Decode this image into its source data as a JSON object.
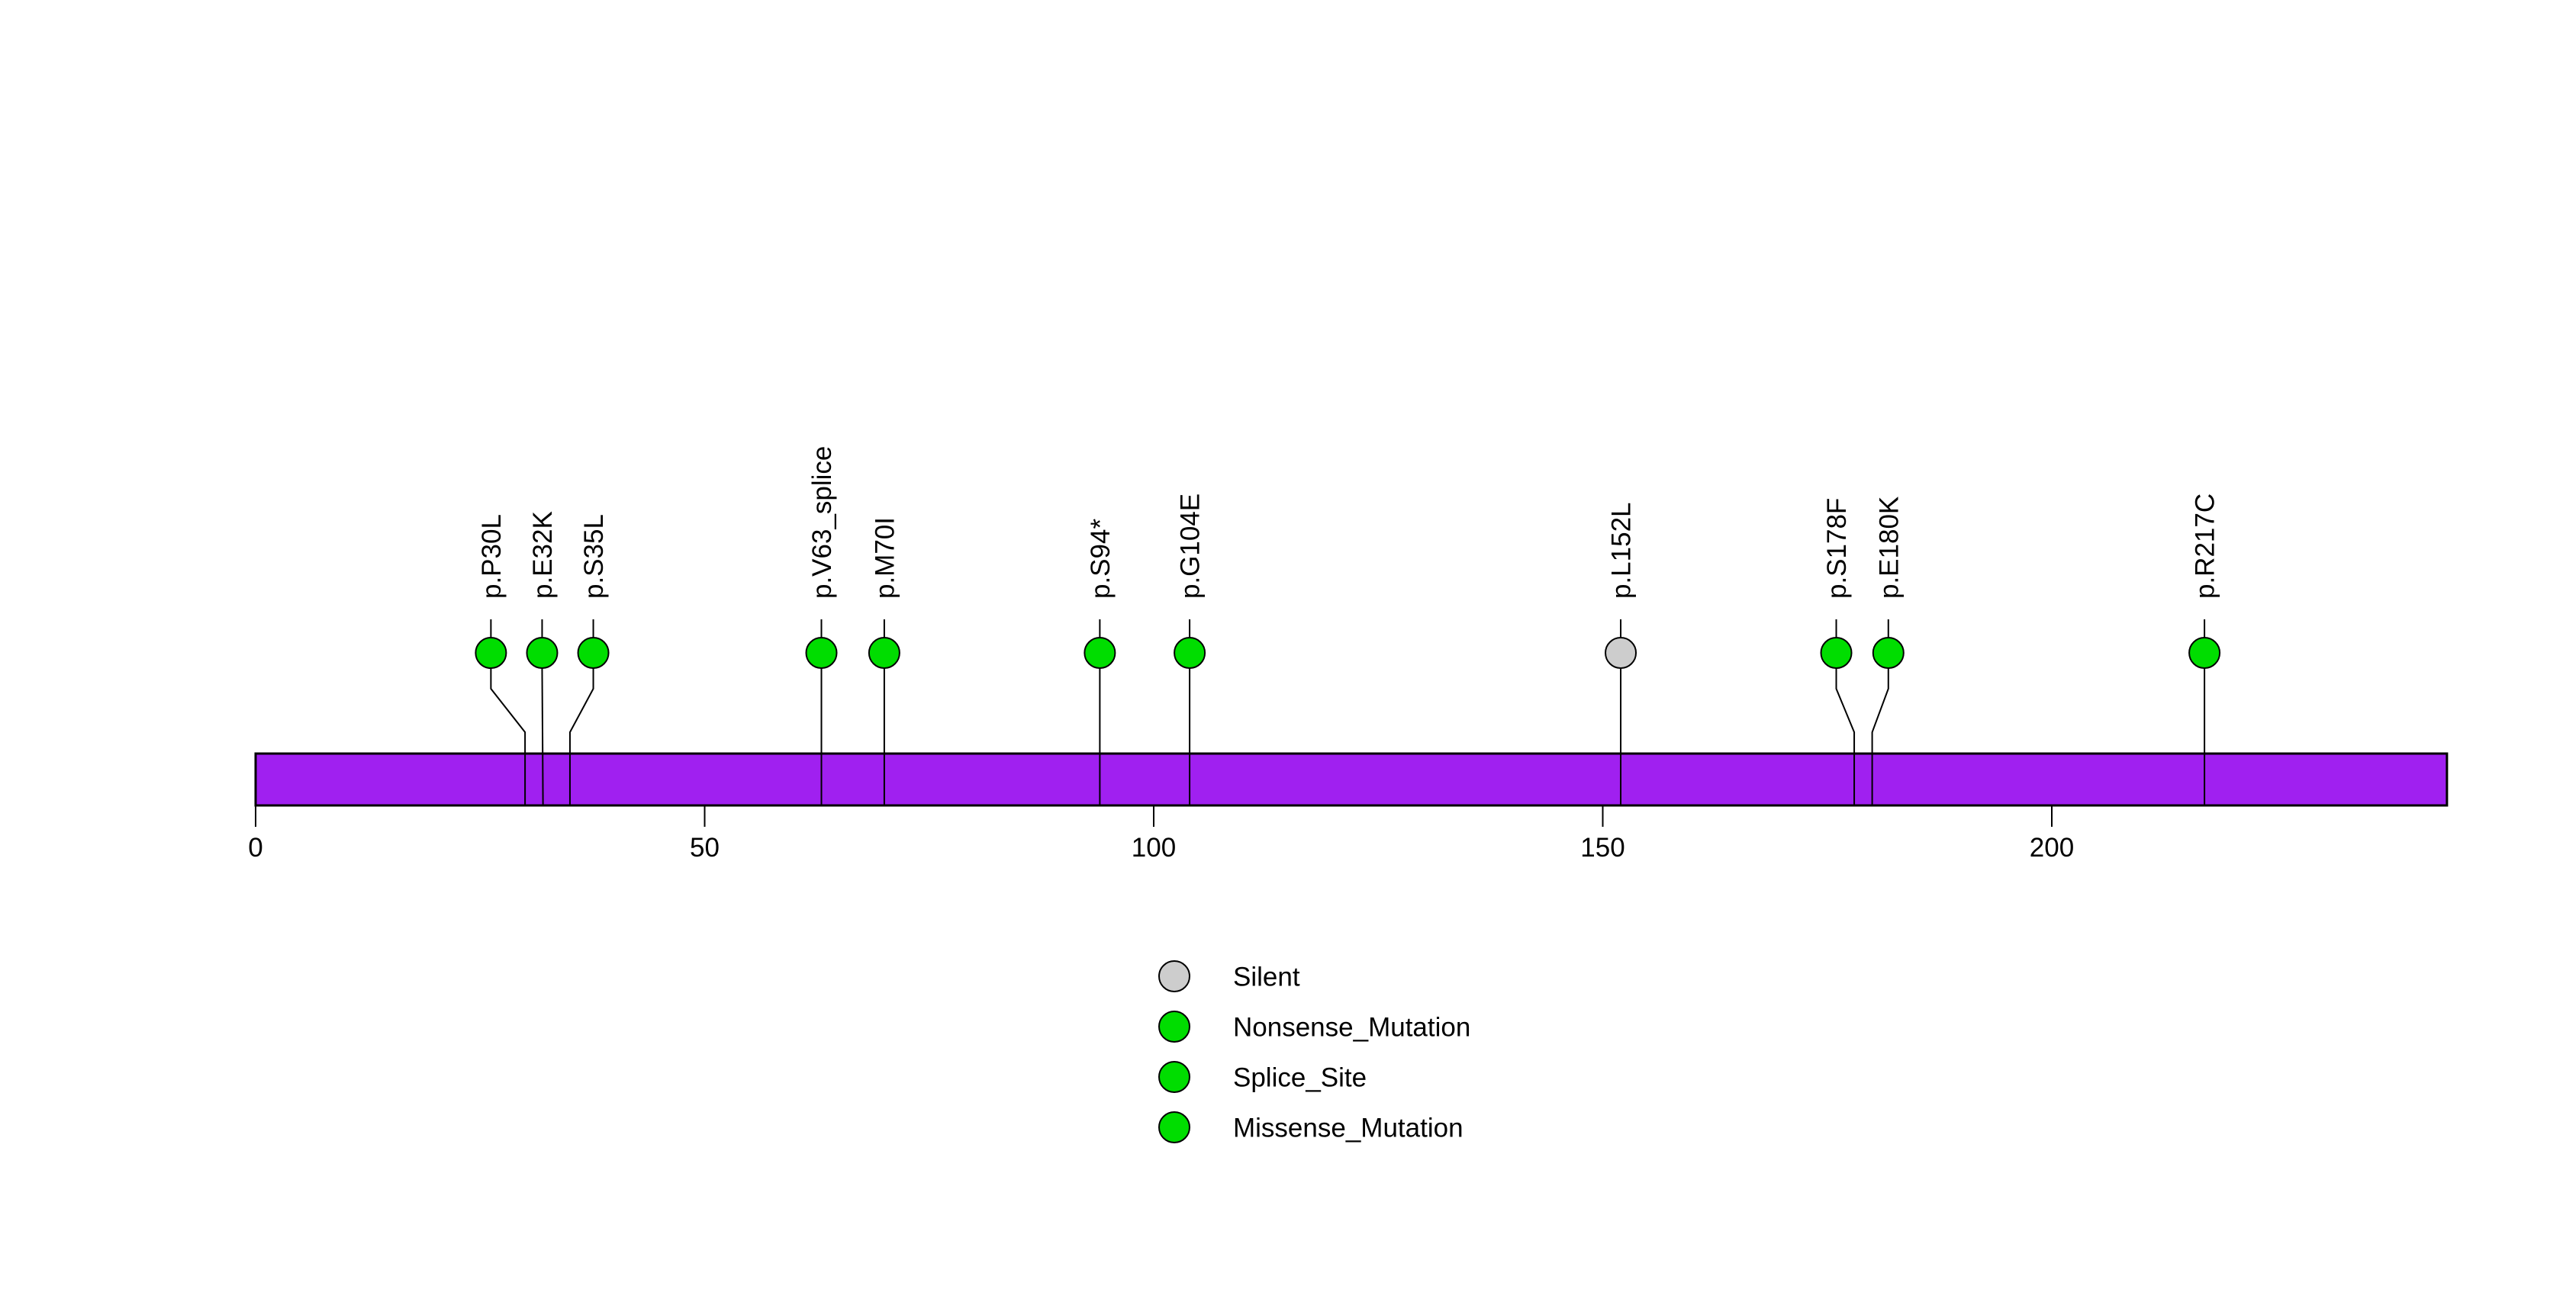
{
  "figure": {
    "background_color": "#FFFFFF",
    "protein": {
      "aa_start": 0,
      "aa_end": 244
    },
    "colors": {
      "backbone": "#A020F0",
      "outline": "#000000",
      "Silent": "#CDCDCD",
      "Nonsense_Mutation": "#00DD00",
      "Splice_Site": "#00DD00",
      "Missense_Mutation": "#00DD00"
    },
    "mutations": [
      {
        "label": "p.P30L",
        "aa": 30,
        "label_aa": 26.2,
        "type": "Missense_Mutation"
      },
      {
        "label": "p.E32K",
        "aa": 32,
        "label_aa": 31.9,
        "type": "Missense_Mutation"
      },
      {
        "label": "p.S35L",
        "aa": 35,
        "label_aa": 37.6,
        "type": "Missense_Mutation"
      },
      {
        "label": "p.V63_splice",
        "aa": 63,
        "label_aa": 63,
        "type": "Splice_Site"
      },
      {
        "label": "p.M70I",
        "aa": 70,
        "label_aa": 70,
        "type": "Missense_Mutation"
      },
      {
        "label": "p.S94*",
        "aa": 94,
        "label_aa": 94,
        "type": "Nonsense_Mutation"
      },
      {
        "label": "p.G104E",
        "aa": 104,
        "label_aa": 104,
        "type": "Missense_Mutation"
      },
      {
        "label": "p.L152L",
        "aa": 152,
        "label_aa": 152,
        "type": "Silent"
      },
      {
        "label": "p.S178F",
        "aa": 178,
        "label_aa": 176.0,
        "type": "Missense_Mutation"
      },
      {
        "label": "p.E180K",
        "aa": 180,
        "label_aa": 181.8,
        "type": "Missense_Mutation"
      },
      {
        "label": "p.R217C",
        "aa": 217,
        "label_aa": 217,
        "type": "Missense_Mutation"
      }
    ],
    "axis": {
      "tick_values": [
        0,
        50,
        100,
        150,
        200
      ]
    },
    "legend": [
      {
        "label": "Silent",
        "type": "Silent"
      },
      {
        "label": "Nonsense_Mutation",
        "type": "Nonsense_Mutation"
      },
      {
        "label": "Splice_Site",
        "type": "Splice_Site"
      },
      {
        "label": "Missense_Mutation",
        "type": "Missense_Mutation"
      }
    ]
  },
  "chart_data": {
    "type": "scatter",
    "subtype": "lollipop-mutation-plot",
    "title": "",
    "xlabel": "",
    "ylabel": "",
    "xlim": [
      0,
      244
    ],
    "x_ticks": [
      0,
      50,
      100,
      150,
      200
    ],
    "grid": false,
    "legend_position": "bottom-center",
    "legend_entries": [
      "Silent",
      "Nonsense_Mutation",
      "Splice_Site",
      "Missense_Mutation"
    ],
    "points": [
      {
        "x": 30,
        "label": "p.P30L",
        "series": "Missense_Mutation"
      },
      {
        "x": 32,
        "label": "p.E32K",
        "series": "Missense_Mutation"
      },
      {
        "x": 35,
        "label": "p.S35L",
        "series": "Missense_Mutation"
      },
      {
        "x": 63,
        "label": "p.V63_splice",
        "series": "Splice_Site"
      },
      {
        "x": 70,
        "label": "p.M70I",
        "series": "Missense_Mutation"
      },
      {
        "x": 94,
        "label": "p.S94*",
        "series": "Nonsense_Mutation"
      },
      {
        "x": 104,
        "label": "p.G104E",
        "series": "Missense_Mutation"
      },
      {
        "x": 152,
        "label": "p.L152L",
        "series": "Silent"
      },
      {
        "x": 178,
        "label": "p.S178F",
        "series": "Missense_Mutation"
      },
      {
        "x": 180,
        "label": "p.E180K",
        "series": "Missense_Mutation"
      },
      {
        "x": 217,
        "label": "p.R217C",
        "series": "Missense_Mutation"
      }
    ]
  }
}
